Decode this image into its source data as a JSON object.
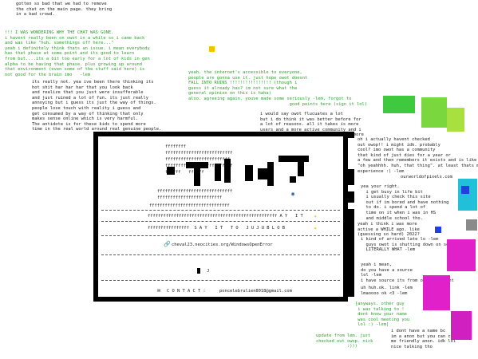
{
  "blocks": {
    "top_intro": "gotten so bad that we had to remove\nthe chat on the main page. they bring\nin a bad crowd.",
    "wondering": "!!! I WAS WONDERING WHY THE CHAT WAS GONE.\ni havent really been on owot in a while so i came back\nand was like \"huh. somethings off here...\"\nyeah i definitely think thats an issue. i mean everybody\nhas that phase at some point and its good to learn\nfrom but....its a bit too early for a lot of kids in gen\nalpha to be having that phase. plus growing up around\nthat environment (even some of the stuff said here) is\nnot good for the brain imo   -lem",
    "internet": "yeah. the internet's accessible to everyone,\npeople are gonna use it. just hope owot doesnt\nFALL INTO RUINS !!!!!!!!!!!!!!!! (though i\nguess it already has? im not sure what the\ngeneral opinion on this is haha)\nalso. agreeing again. youve made some seriously -lem, forgot to\n                                       good points here (sign it lol)",
    "really_not": "its really not. yea ive been there thinking its\nhot shit har har har that you look back\nand realize that you just were insufferable\nand just ruined a lot of fun. its just really\nannoying but i guess its just the way of things.\npeople lose touch with reality i guess and\nget consumed by a way of thinking that only\nmakes sense online which is very harmful.\nThe antidote is for these kids to spend more\ntime in the real world around real genuine people.",
    "fluctuate": "i would say owot flucuates a lot\nbut i do think it was better before for\na lot of reasons. all it takes is more\nusers and a more active community and i\nthink it could come back. something more\nlike what OWOP has.",
    "community": "oh i actually havent checked\nout owop!! i might idk. probably\ncool? imo owot has a community\nthat kind of just dies for a year or\na few and then remembers it exists and is like\n\"oh yeahhhh. huh, that thing\". at least thats my\nexperience :) -lem",
    "ourworld": "ourworldofpixels.com",
    "yea_right": "yea your right.\n  i get busy in life bit\n  i usually check this site\n  out if im bored and have nothing\n  to do. i spend a lot of\n  time on it when i was in HS\n  and middle school tho.",
    "think_more": "yeah i think i was more\nactive a WHILE ago. like\n(guessing so hard) 2022?",
    "arrived": "i kind of arrived late lo -lem\n  guys owot is shutting down on sept\n  LITERALLY WHAT -lem",
    "source": "yeah i mean,\ndo you have a source\nlol -lem\ni have source its from owots account",
    "huh": "uh huh.ok. link -lem\nlmaoooo ok <3 -lem",
    "anyways": "[anyways. other guy\n i was talking to !\n dont know your name\n was cool meeting you\n lol :) -lem]",
    "noname": "i dont have a name bc\nim a anon but you can call\nme friendly anon. idk lol\nnice talking tho",
    "update": "update from lem. just\nchecked out owop. nick\n            :)))"
  },
  "page": {
    "f_rows": [
      "ffffffff",
      "ffffffffffffffffffffffffff",
      "fffffffffffffffffffffffff",
      "ffffffffffffffffffffffffff",
      "ffffff   ffffff",
      "fffffffffffffffffffffffffffff",
      "fffffffffffffffffffffffff",
      "fffffffffffffffffffffffffffffff"
    ],
    "ay_it": "ffffffffffffffffffffffffffffffffffffffffffffffffff A Y   I T",
    "say_it": "ffffffffffffffff  S A Y   I T   T O   J U J U B L O B",
    "link": "cheval23.neocities.org/WindowsOpenError",
    "j_mark": "J",
    "contact_label": "C O N T A C T :",
    "contact_email": "poncelebrulien8018@gmail.com"
  },
  "colors": {
    "green": "#2e9e2e",
    "black": "#000000",
    "accent_yellow": "#f2c200",
    "pixel_green": "#3ec93e",
    "pixel_magenta": "#e020c8",
    "pixel_cyan": "#20c0d8",
    "pixel_blue": "#2040e0"
  },
  "icons": {
    "link": "link-icon",
    "contact": "mail-icon",
    "globe": "globe-icon",
    "star": "star-icon"
  }
}
